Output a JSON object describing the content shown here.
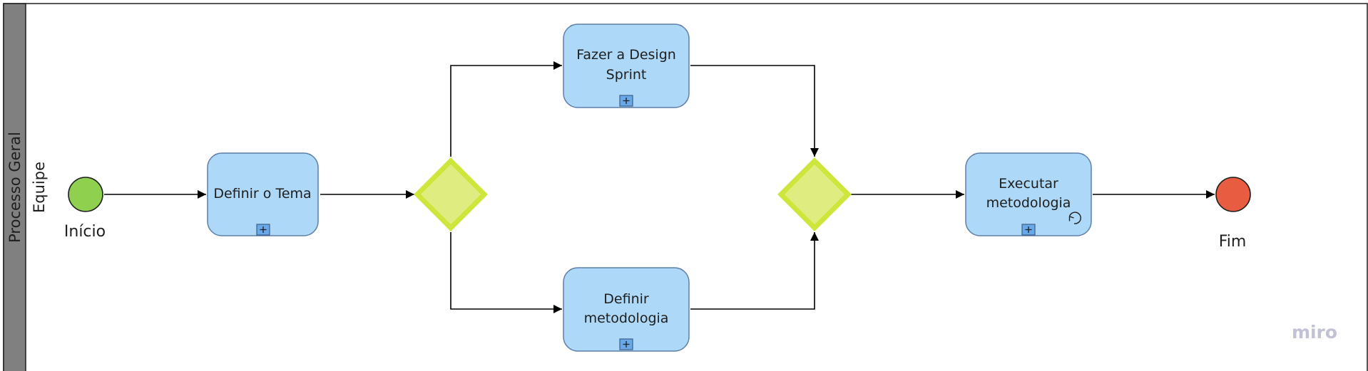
{
  "pool": {
    "title": "Processo Geral"
  },
  "lane": {
    "title": "Equipe"
  },
  "events": {
    "start": {
      "label": "Início",
      "color": "#8fd14f"
    },
    "end": {
      "label": "Fim",
      "color": "#e85c41"
    }
  },
  "tasks": {
    "define_theme": {
      "line1": "Definir o Tema"
    },
    "design_sprint": {
      "line1": "Fazer a Design",
      "line2": "Sprint"
    },
    "define_method": {
      "line1": "Definir",
      "line2": "metodologia"
    },
    "execute_method": {
      "line1": "Executar",
      "line2": "metodologia"
    }
  },
  "colors": {
    "task_fill": "#add8f7",
    "task_stroke": "#5f7fa8",
    "gateway_fill": "#dfec80",
    "gateway_stroke": "#cee63c",
    "pool_header": "#808080"
  },
  "watermark": "miro"
}
